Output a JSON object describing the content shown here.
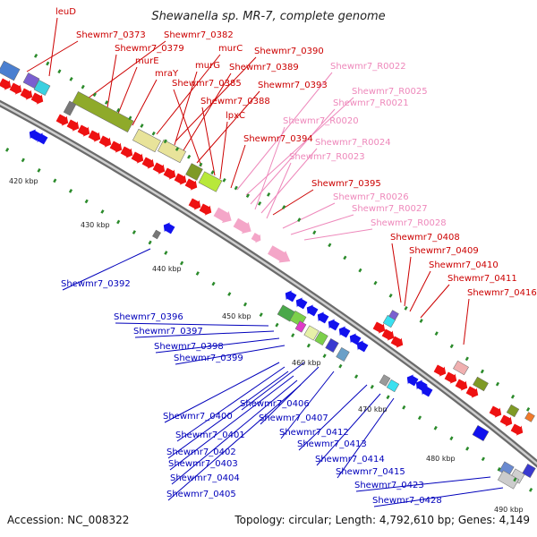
{
  "title": "Shewanella sp. MR-7, complete genome",
  "footer": {
    "accession": "Accession: NC_008322",
    "summary": "Topology: circular; Length: 4,792,610 bp; Genes: 4,149"
  },
  "colors": {
    "forward_gene": "#ee1111",
    "reverse_gene": "#1111ee",
    "rna_gene": "#f4a6c8",
    "label_forward": "#cc0000",
    "label_reverse": "#0000bb",
    "label_rna": "#ee88bb",
    "backbone": "#999999",
    "gc_tick": "#2a8a2a"
  },
  "kbp_ticks": [
    "420 kbp",
    "430 kbp",
    "440 kbp",
    "450 kbp",
    "460 kbp",
    "470 kbp",
    "480 kbp",
    "490 kbp"
  ],
  "labels_forward": [
    "leuD",
    "Shewmr7_0373",
    "Shewmr7_0382",
    "Shewmr7_0379",
    "murC",
    "Shewmr7_0390",
    "murE",
    "murG",
    "Shewmr7_0389",
    "mraY",
    "Shewmr7_0385",
    "Shewmr7_0393",
    "Shewmr7_0388",
    "lpxC",
    "Shewmr7_0394",
    "Shewmr7_0395",
    "Shewmr7_0408",
    "Shewmr7_0409",
    "Shewmr7_0410",
    "Shewmr7_0411",
    "Shewmr7_0416"
  ],
  "labels_rna": [
    "Shewmr7_R0022",
    "Shewmr7_R0025",
    "Shewmr7_R0021",
    "Shewmr7_R0020",
    "Shewmr7_R0024",
    "Shewmr7_R0023",
    "Shewmr7_R0026",
    "Shewmr7_R0027",
    "Shewmr7_R0028"
  ],
  "labels_reverse": [
    "Shewmr7_0392",
    "Shewmr7_0396",
    "Shewmr7_0397",
    "Shewmr7_0398",
    "Shewmr7_0399",
    "Shewmr7_0400",
    "Shewmr7_0406",
    "Shewmr7_0407",
    "Shewmr7_0401",
    "Shewmr7_0412",
    "Shewmr7_0402",
    "Shewmr7_0413",
    "Shewmr7_0403",
    "Shewmr7_0414",
    "Shewmr7_0404",
    "Shewmr7_0415",
    "Shewmr7_0405",
    "Shewmr7_0423",
    "Shewmr7_0428"
  ]
}
